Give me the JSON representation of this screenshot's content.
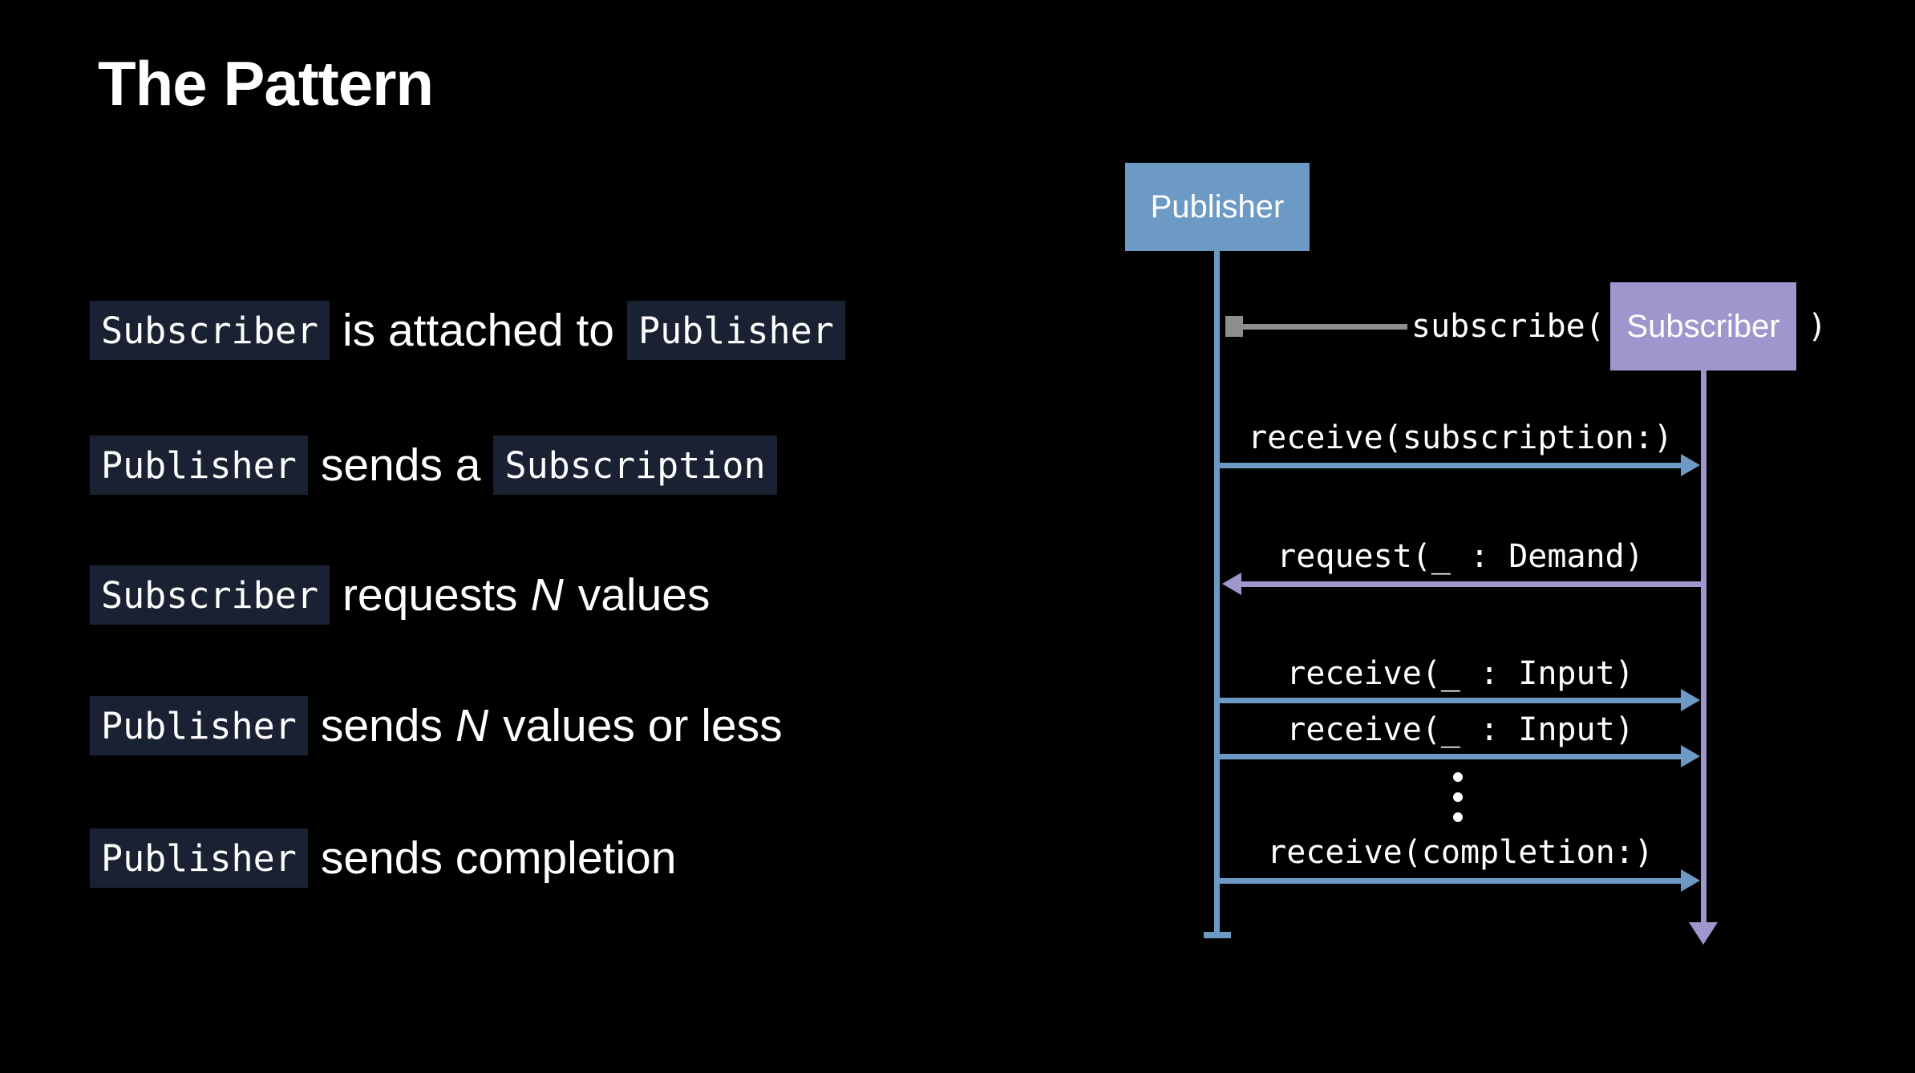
{
  "title": "The Pattern",
  "bullets": [
    {
      "chip1": "Subscriber",
      "text": "is attached to",
      "chip2": "Publisher"
    },
    {
      "chip1": "Publisher",
      "text": "sends a",
      "chip2": "Subscription"
    },
    {
      "chip1": "Subscriber",
      "pre": "requests",
      "em": "N",
      "post": "values"
    },
    {
      "chip1": "Publisher",
      "pre": "sends",
      "em": "N",
      "post": "values or less"
    },
    {
      "chip1": "Publisher",
      "text": "sends completion"
    }
  ],
  "diagram": {
    "publisher_box_label": "Publisher",
    "subscriber_box_label": "Subscriber",
    "subscribe_call_prefix": "subscribe(",
    "subscribe_call_suffix": ")",
    "messages": [
      {
        "label": "receive(subscription:)",
        "direction": "right",
        "color": "blue"
      },
      {
        "label": "request(_ : Demand)",
        "direction": "left",
        "color": "purple"
      },
      {
        "label": "receive(_ : Input)",
        "direction": "right",
        "color": "blue"
      },
      {
        "label": "receive(_ : Input)",
        "direction": "right",
        "color": "blue"
      },
      {
        "label": "receive(completion:)",
        "direction": "right",
        "color": "blue"
      }
    ],
    "ellipsis_icon": "vertical-dots"
  },
  "colors": {
    "background": "#000000",
    "text": "#ffffff",
    "publisher_blue": "#6d9ac4",
    "subscriber_purple": "#9e97cd",
    "subscribe_arrow_gray": "#8f8f8f",
    "code_chip_bg": "#1a2133"
  }
}
